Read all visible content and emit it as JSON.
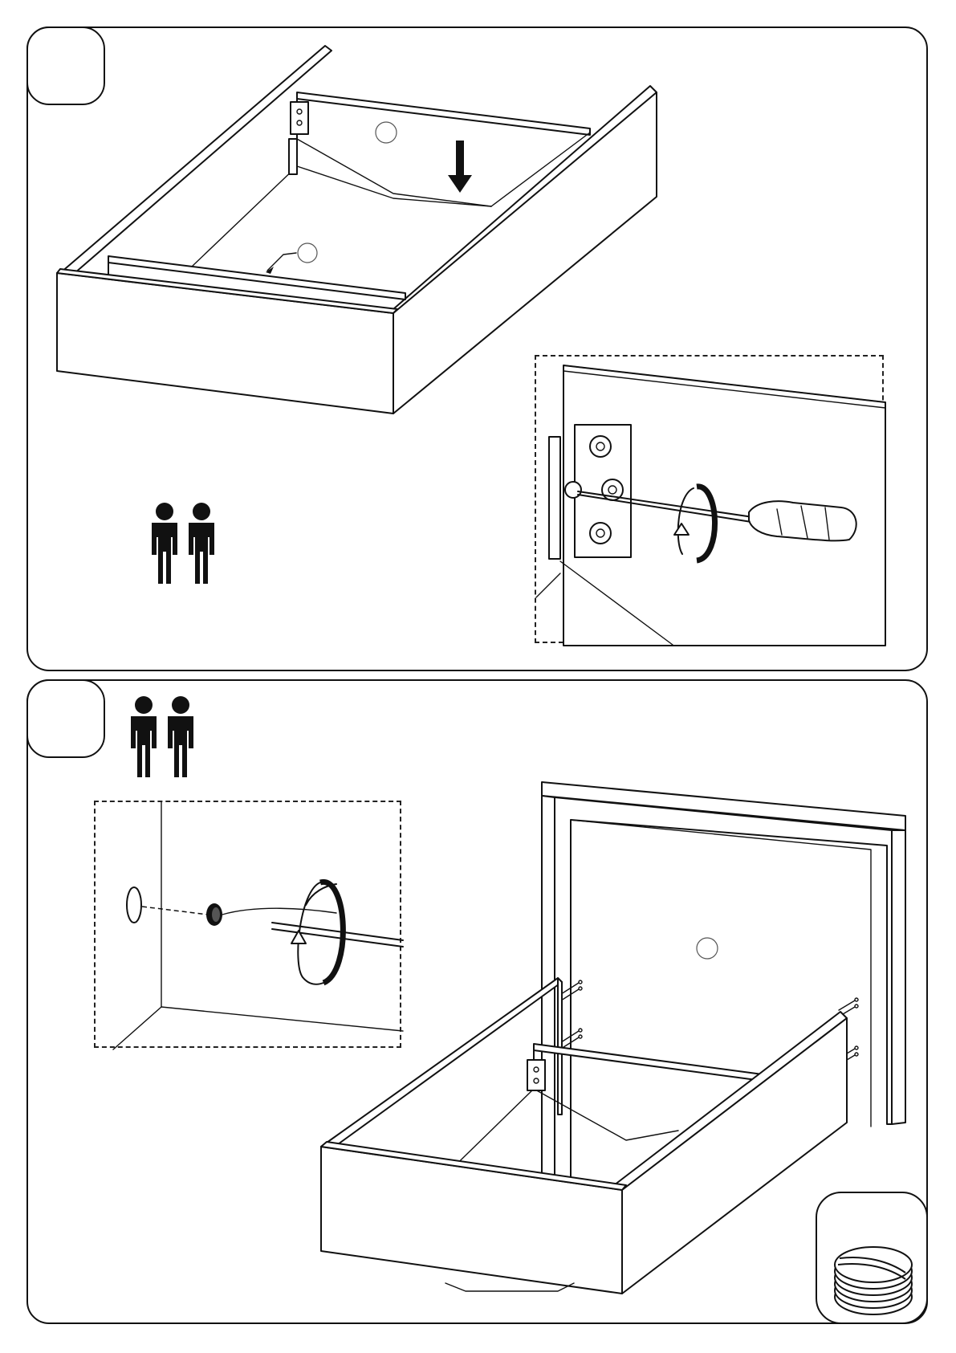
{
  "steps": [
    {
      "number": "",
      "people_required": 2,
      "detail_action": "rotate-screwdriver"
    },
    {
      "number": "",
      "people_required": 2,
      "detail_action": "rotate-cam-lock"
    }
  ],
  "hardware_badge": {
    "icon": "cam-lock-icon"
  },
  "colors": {
    "line": "#111111",
    "background": "#ffffff"
  }
}
